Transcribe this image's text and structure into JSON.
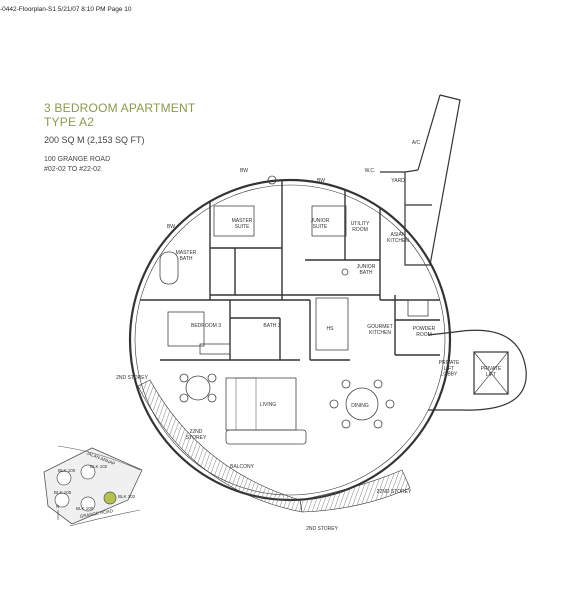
{
  "header": {
    "file_line": "-0442-Floorplan-S1 5/21/07 8:10 PM Page 10"
  },
  "title": {
    "line1": "3 BEDROOM APARTMENT",
    "line2": "TYPE A2"
  },
  "area": "200 SQ M (2,153 SQ FT)",
  "address": {
    "street": "100 GRANGE ROAD",
    "units": "#02-02 TO #22-02"
  },
  "rooms": {
    "master_suite": "MASTER\nSUITE",
    "master_bath": "MASTER\nBATH",
    "junior_suite": "JUNIOR\nSUITE",
    "junior_bath": "JUNIOR\nBATH",
    "utility_room": "UTILITY\nROOM",
    "wc": "W.C.",
    "yard": "YARD",
    "ac": "A/C",
    "asian_kitchen": "ASIAN\nKITCHEN",
    "bedroom3": "BEDROOM 3",
    "bath3": "BATH 3",
    "hs": "HS",
    "gourmet_kitchen": "GOURMET\nKITCHEN",
    "powder_room": "POWDER\nROOM",
    "private_lift_lobby": "PRIVATE\nLIFT\nLOBBY",
    "private_lift": "PRIVATE\nLIFT",
    "living": "LIVING",
    "dining": "DINING",
    "balcony": "BALCONY"
  },
  "labels": {
    "bw": "BW",
    "second_storey": "2ND STOREY",
    "twenty_second_storey": "22ND\nSTOREY",
    "twenty_second_storey_inline": "22ND STOREY"
  },
  "site_map": {
    "road_top": "JALAN ARNAP",
    "road_bottom": "GRANGE ROAD",
    "blocks": [
      "BLK 100",
      "BLK 102",
      "BLK 100",
      "BLK 102",
      "BLK 100"
    ],
    "north": "N"
  },
  "colors": {
    "title": "#8a9a4a",
    "line": "#333333",
    "highlight": "#b6c24a"
  }
}
